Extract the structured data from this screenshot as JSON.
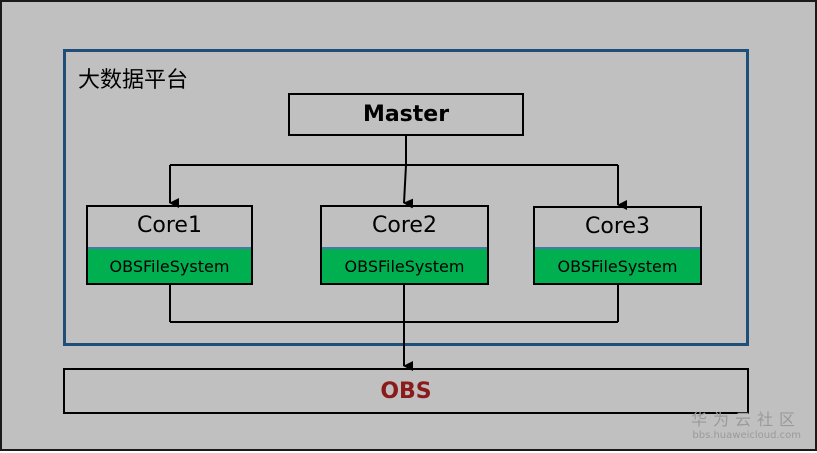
{
  "platform": {
    "title": "大数据平台"
  },
  "master": {
    "label": "Master"
  },
  "cores": [
    {
      "label": "Core1",
      "fs": "OBSFileSystem"
    },
    {
      "label": "Core2",
      "fs": "OBSFileSystem"
    },
    {
      "label": "Core3",
      "fs": "OBSFileSystem"
    }
  ],
  "obs": {
    "label": "OBS"
  },
  "watermark": {
    "name": "华为云社区",
    "url": "bbs.huaweicloud.com"
  },
  "colors": {
    "background": "#c0c0c0",
    "platform_border": "#1f4e79",
    "fs_fill": "#00b050",
    "obs_text": "#8b1a1a"
  }
}
